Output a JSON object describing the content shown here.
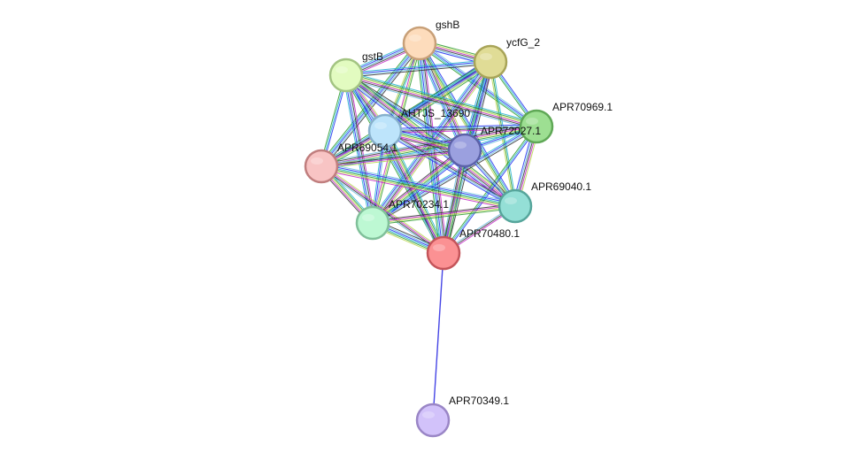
{
  "network": {
    "nodes": [
      {
        "id": "gshB",
        "label": "gshB",
        "fill": "#fddcbc",
        "stroke": "#c8a078"
      },
      {
        "id": "ycfG_2",
        "label": "ycfG_2",
        "fill": "#e0dc96",
        "stroke": "#a8a458"
      },
      {
        "id": "gstB",
        "label": "gstB",
        "fill": "#e2fbc0",
        "stroke": "#a3c482"
      },
      {
        "id": "APR70969.1",
        "label": "APR70969.1",
        "fill": "#9ddf92",
        "stroke": "#5fa856"
      },
      {
        "id": "AHTJS_13690",
        "label": "AHTJS_13690",
        "fill": "#bde4fb",
        "stroke": "#86b0cc"
      },
      {
        "id": "APR72027.1",
        "label": "APR72027.1",
        "fill": "#9ba0df",
        "stroke": "#5c62a8"
      },
      {
        "id": "APR69054.1",
        "label": "APR69054.1",
        "fill": "#f8c4c4",
        "stroke": "#c07e7e"
      },
      {
        "id": "APR69040.1",
        "label": "APR69040.1",
        "fill": "#94dfd6",
        "stroke": "#56a59b"
      },
      {
        "id": "APR70234.1",
        "label": "APR70234.1",
        "fill": "#bdf8d3",
        "stroke": "#80c09a"
      },
      {
        "id": "APR70480.1",
        "label": "APR70480.1",
        "fill": "#fb9193",
        "stroke": "#c4555a"
      },
      {
        "id": "APR70349.1",
        "label": "APR70349.1",
        "fill": "#d2c2fa",
        "stroke": "#9a86c6"
      }
    ],
    "edge_colors": [
      "#1f2cf0",
      "#25b4cf",
      "#2a9a2a",
      "#b9d64d",
      "#c227c6",
      "#333333",
      "#6fc0e0"
    ],
    "edges": [
      {
        "a": "APR70480.1",
        "b": "APR70349.1",
        "colors": [
          "#2424e0"
        ]
      }
    ]
  }
}
